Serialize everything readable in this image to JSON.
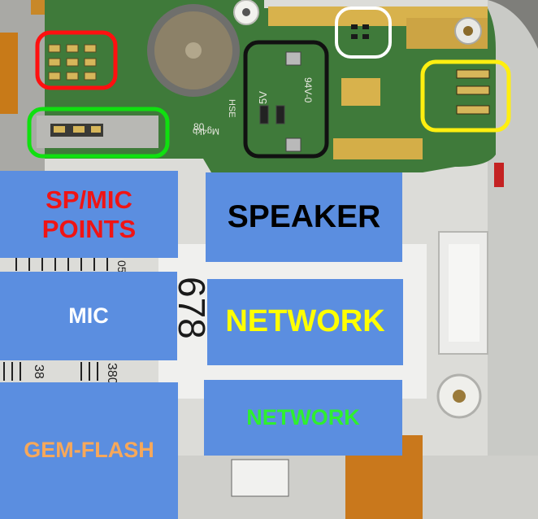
{
  "labels": {
    "sp_mic_points": "SP/MIC POINTS",
    "speaker": "SPEAKER",
    "mic": "MIC",
    "network_1": "NETWORK",
    "gem_flash": "GEM-FLASH",
    "network_2": "NETWORK"
  },
  "pcb_text": {
    "voltage": "5V",
    "rating": "94V-0",
    "code": "HSE",
    "model": "Mg4kb",
    "number": "80"
  },
  "ruler_text": {
    "digits": "678",
    "tick_a": "05",
    "tick_b": "38",
    "tick_c": "380"
  },
  "colors": {
    "label_background": "#5b8ee0",
    "red_marker": "#ff1010",
    "green_marker": "#10e010",
    "black_marker": "#111111",
    "white_marker": "#ffffff",
    "yellow_marker": "#ffef10",
    "pcb_green": "#3f7a3a"
  }
}
